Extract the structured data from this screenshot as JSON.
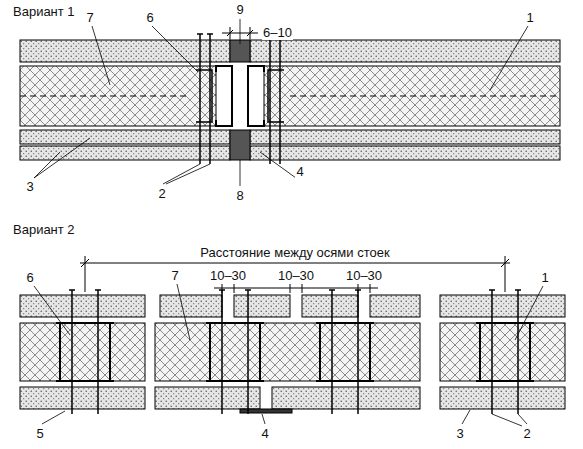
{
  "diagram": {
    "labels": [
      "Вариант 1",
      "9",
      "6–10",
      "7",
      "6",
      "1",
      "3",
      "2",
      "4",
      "8",
      "Вариант 2",
      "Расстояние между осями стоек",
      "10–30",
      "10–30",
      "10–30",
      "6",
      "7",
      "1",
      "5",
      "4",
      "3",
      "2"
    ]
  }
}
